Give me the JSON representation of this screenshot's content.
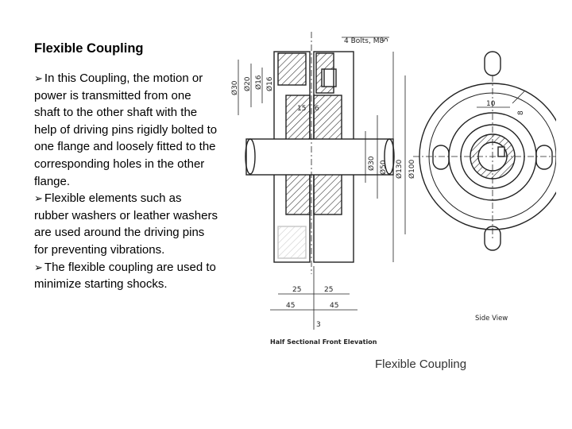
{
  "page": {
    "title": "Flexible Coupling",
    "bullets": [
      "In this Coupling,  the motion or power is transmitted from one shaft to the other shaft with the help of driving pins rigidly bolted to one flange and loosely fitted to the corresponding holes in the other flange.",
      "Flexible elements such as rubber washers or leather washers are used around the driving pins  for preventing vibrations.",
      "The flexible coupling are used to minimize starting shocks."
    ]
  },
  "figure": {
    "caption": "Flexible Coupling",
    "front_label": "Half Sectional Front Elevation",
    "side_label": "Side View",
    "bolts_note": "4 Bolts, M8",
    "dims_left": [
      "Ø30",
      "Ø20",
      "Ø16",
      "Ø16"
    ],
    "dims_mid": [
      "Ø30",
      "Ø50",
      "Ø130",
      "Ø100"
    ],
    "dim_5": "5",
    "dim_15": "15",
    "dim_6": "6",
    "dim_25a": "25",
    "dim_25b": "25",
    "dim_45a": "45",
    "dim_45b": "45",
    "dim_3": "3",
    "dim_10": "10",
    "dim_8": "8"
  }
}
